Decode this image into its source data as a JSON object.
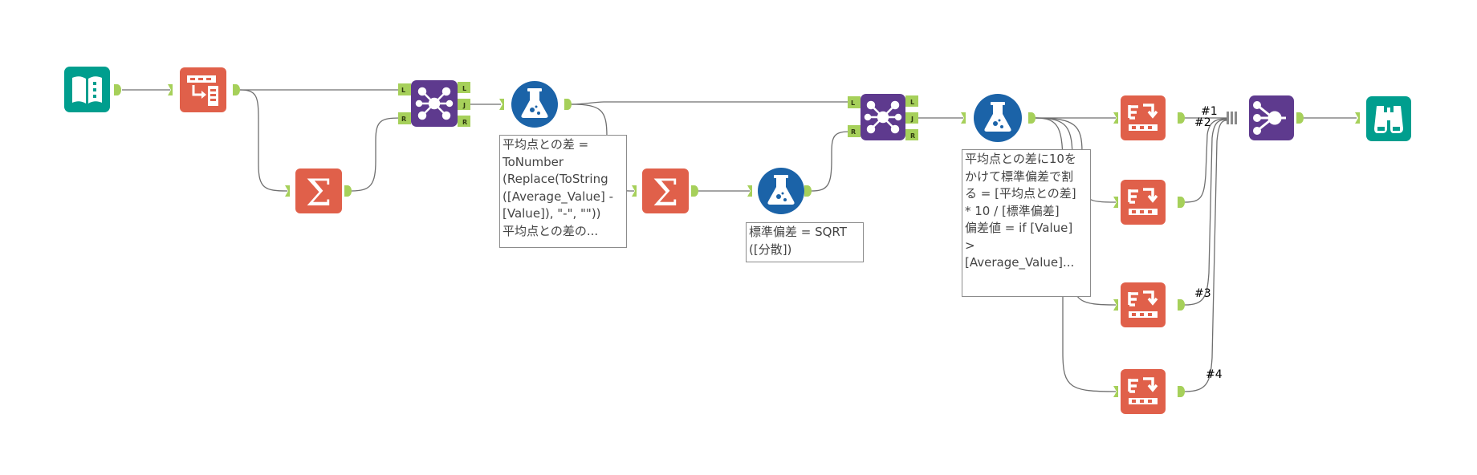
{
  "colors": {
    "input_teal": "#009e8e",
    "prep_orange": "#e0604a",
    "join_purple": "#5e3a8e",
    "formula_blue": "#1b63a8",
    "anchor_green": "#a6d05a",
    "wire": "#6f6f6f",
    "annotation_border": "#8c8c8c",
    "annotation_text": "#444444"
  },
  "tools": [
    {
      "id": "input",
      "icon": "input-data-icon"
    },
    {
      "id": "select",
      "icon": "select-icon"
    },
    {
      "id": "summarize1",
      "icon": "summarize-sigma-icon"
    },
    {
      "id": "join1",
      "icon": "join-icon"
    },
    {
      "id": "formula1",
      "icon": "formula-flask-icon"
    },
    {
      "id": "summarize2",
      "icon": "summarize-sigma-icon"
    },
    {
      "id": "formula2",
      "icon": "formula-flask-icon"
    },
    {
      "id": "join2",
      "icon": "join-icon"
    },
    {
      "id": "formula3",
      "icon": "formula-flask-icon"
    },
    {
      "id": "sort1",
      "icon": "sort-icon"
    },
    {
      "id": "sort2",
      "icon": "sort-icon"
    },
    {
      "id": "sort3",
      "icon": "sort-icon"
    },
    {
      "id": "sort4",
      "icon": "sort-icon"
    },
    {
      "id": "union",
      "icon": "union-icon"
    },
    {
      "id": "browse",
      "icon": "browse-binoculars-icon"
    }
  ],
  "join_anchors": {
    "left": "L",
    "join": "J",
    "right": "R"
  },
  "annotations": {
    "formula1": [
      "平均点との差 =",
      "ToNumber",
      "(Replace(ToString",
      "([Average_Value] -",
      "[Value]), \"-\", \"\"))",
      "平均点との差の..."
    ],
    "formula2": [
      "標準偏差 = SQRT",
      "([分散])"
    ],
    "formula3": [
      "平均点との差に10を",
      "かけて標準偏差で割",
      "る = [平均点との差]",
      "* 10 / [標準偏差]",
      "偏差値 = if [Value]",
      ">",
      "[Average_Value]..."
    ]
  },
  "union_labels": [
    "#1",
    "#2",
    "#3",
    "#4"
  ]
}
